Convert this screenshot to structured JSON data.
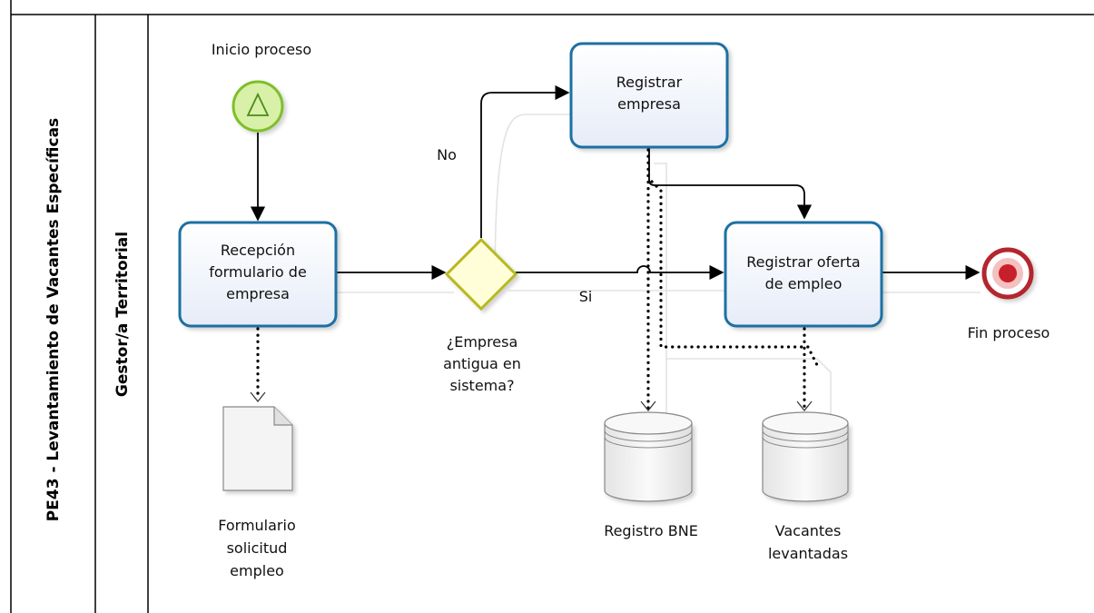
{
  "pool": {
    "label": "PE43 - Levantamiento de Vacantes Específicas"
  },
  "lane": {
    "label": "Gestor/a Territorial"
  },
  "start_event": {
    "label": "Inicio proceso"
  },
  "end_event": {
    "label": "Fin proceso"
  },
  "tasks": [
    {
      "id": "recepcion",
      "lines": [
        "Recepción",
        "formulario de",
        "empresa"
      ]
    },
    {
      "id": "registrar-empresa",
      "lines": [
        "Registrar",
        "empresa"
      ]
    },
    {
      "id": "registrar-oferta",
      "lines": [
        "Registrar oferta",
        "de empleo"
      ]
    }
  ],
  "gateway": {
    "lines": [
      "¿Empresa",
      "antigua en",
      "sistema?"
    ],
    "no_label": "No",
    "yes_label": "Si"
  },
  "document": {
    "lines": [
      "Formulario",
      "solicitud",
      "empleo"
    ]
  },
  "data_stores": [
    {
      "id": "registro-bne",
      "lines": [
        "Registro BNE"
      ]
    },
    {
      "id": "vacantes",
      "lines": [
        "Vacantes",
        "levantadas"
      ]
    }
  ],
  "colors": {
    "task_border": "#1e6fa3",
    "start_border": "#7fbf2a",
    "start_fill": "#d8f0a8",
    "end_border": "#b3262d",
    "gateway_border": "#b8b820",
    "gateway_fill": "#fffed8"
  }
}
